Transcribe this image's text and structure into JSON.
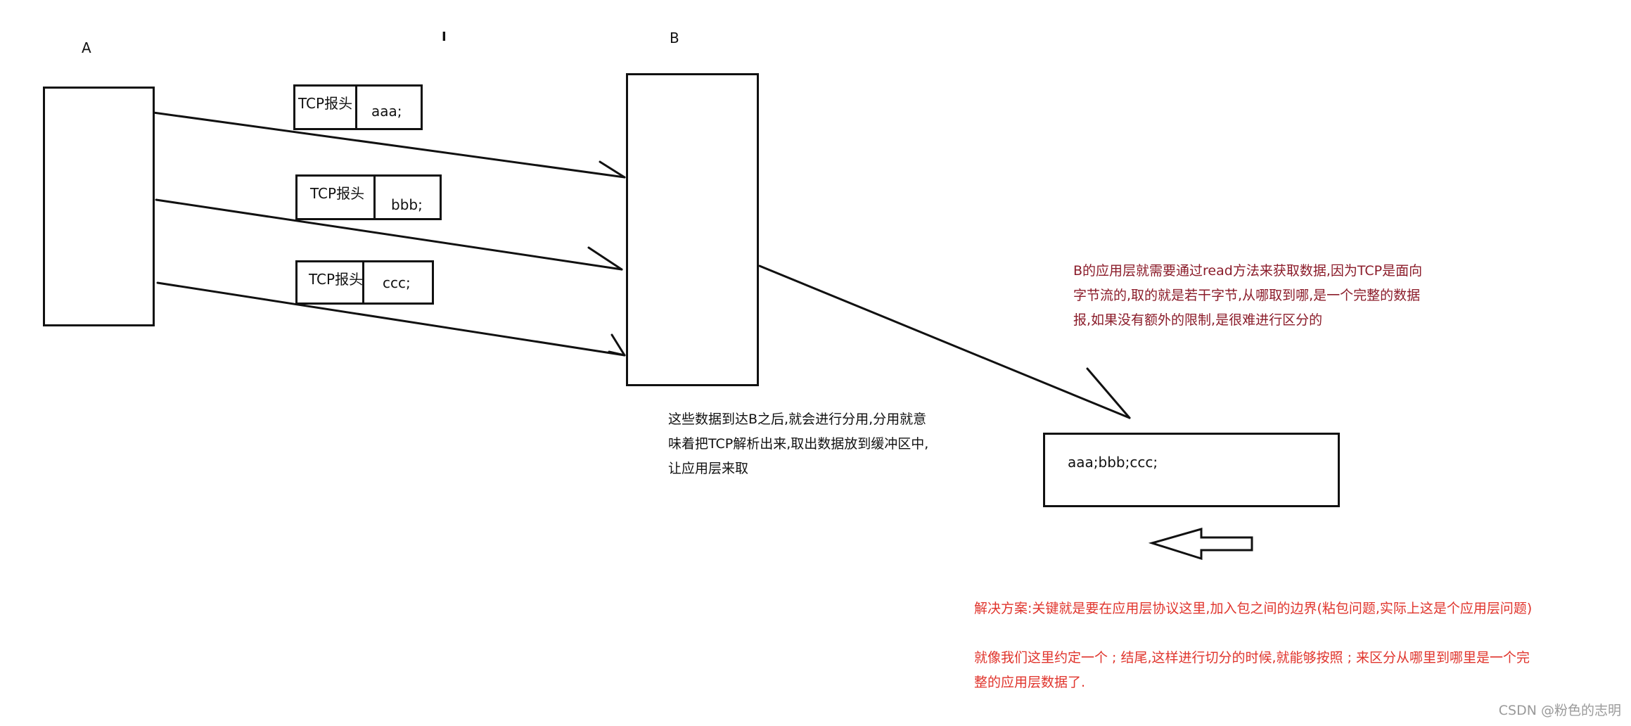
{
  "labels": {
    "a": "A",
    "b": "B",
    "cursor": "I"
  },
  "packets": [
    {
      "header": "TCP报头",
      "payload": "aaa;"
    },
    {
      "header": "TCP报头",
      "payload": "bbb;"
    },
    {
      "header": "TCP报头",
      "payload": "ccc;"
    }
  ],
  "buffer": {
    "content": "aaa;bbb;ccc;"
  },
  "notes": {
    "demux": [
      "这些数据到达B之后,就会进行分用,分用就意",
      "味着把TCP解析出来,取出数据放到缓冲区中,",
      "让应用层来取"
    ],
    "read": [
      "B的应用层就需要通过read方法来获取数据,因为TCP是面向",
      "字节流的,取的就是若干字节,从哪取到哪,是一个完整的数据",
      "报,如果没有额外的限制,是很难进行区分的"
    ],
    "solution": "解决方案:关键就是要在应用层协议这里,加入包之间的边界(粘包问题,实际上这是个应用层问题)",
    "example": [
      "就像我们这里约定一个 ; 结尾,这样进行切分的时候,就能够按照 ; 来区分从哪里到哪里是一个完",
      "整的应用层数据了."
    ]
  },
  "watermark": "CSDN @粉色的志明",
  "colors": {
    "stroke": "#111111",
    "maroon": "#8b1c2a",
    "red": "#e0342c",
    "watermark": "#9a9a9a"
  }
}
